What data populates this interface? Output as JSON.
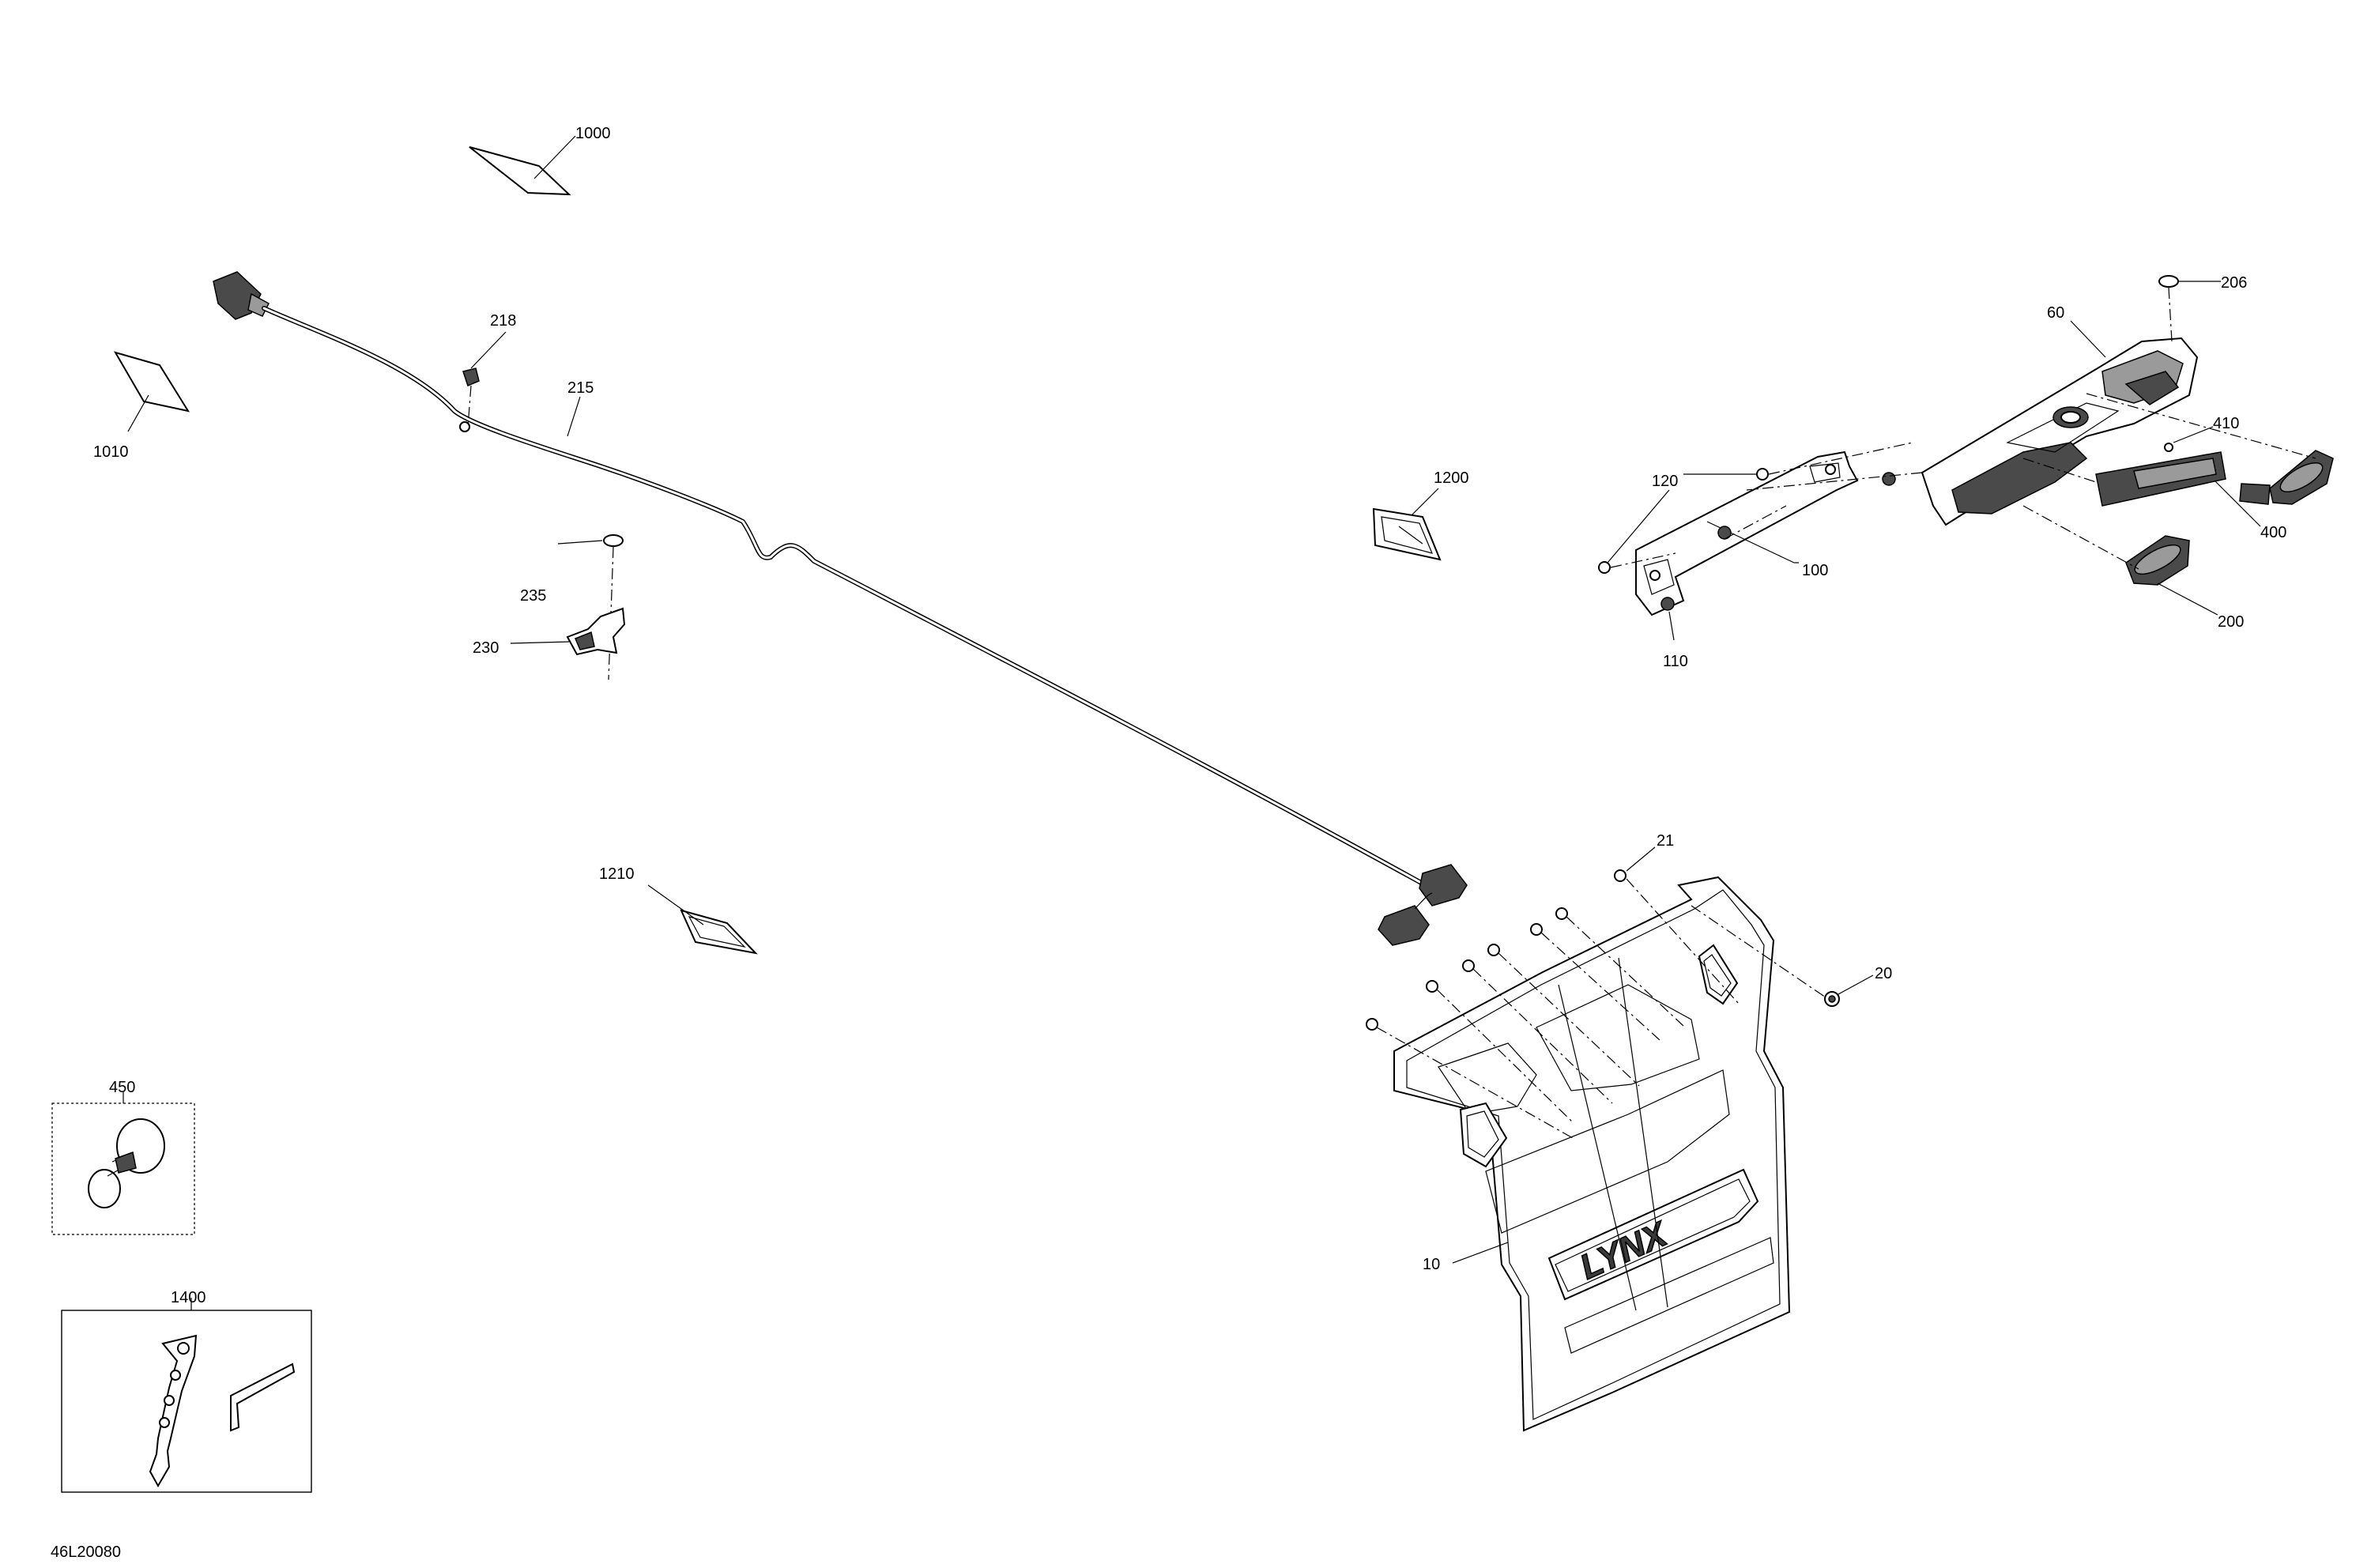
{
  "callouts": {
    "c1000": "1000",
    "c1010": "1010",
    "c218": "218",
    "c215": "215",
    "c235": "235",
    "c230": "230",
    "c1210": "1210",
    "c1200": "1200",
    "c120": "120",
    "c100": "100",
    "c110": "110",
    "c60": "60",
    "c206": "206",
    "c410": "410",
    "c400": "400",
    "c200": "200",
    "c21": "21",
    "c20": "20",
    "c10": "10",
    "c450": "450",
    "c1400": "1400"
  },
  "drawing_number": "46L20080",
  "flap_logo": "LYNX"
}
